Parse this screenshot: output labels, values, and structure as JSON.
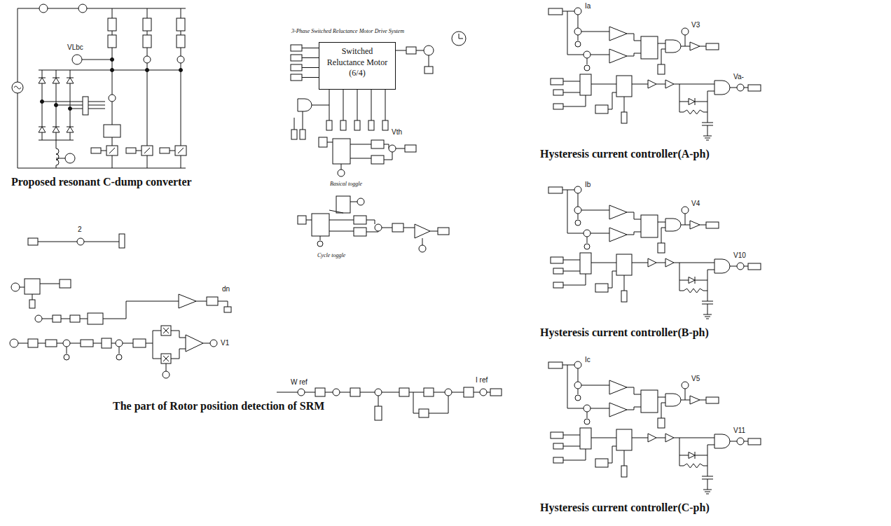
{
  "diagram": {
    "nodes": [
      {
        "text": [
          "Switched Reluctance Motor (6/4)"
        ]
      }
    ],
    "labels": [
      "Proposed resonant C-dump converter",
      "VLbc",
      "3-Phase Switched Reluctance Motor Drive System",
      "Basical toggle",
      "Cycle toggle",
      "The part of Rotor position detection of SRM",
      "2",
      "dn",
      "V1",
      "W ref",
      "I ref",
      "Vth",
      "Hysteresis current controller(A-ph)",
      "Ia",
      "V3",
      "Va-",
      "Hysteresis current controller(B-ph)",
      "Ib",
      "V4",
      "V10",
      "Hysteresis current controller(C-ph)",
      "Ic",
      "V5",
      "V11"
    ]
  }
}
